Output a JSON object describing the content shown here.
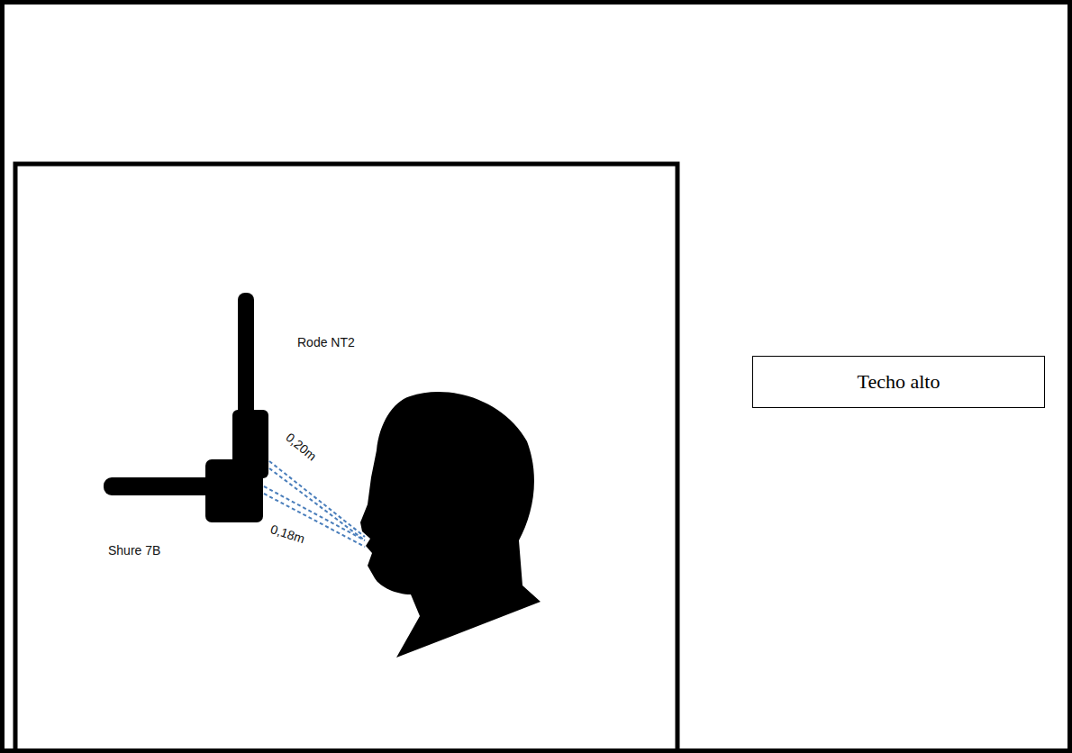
{
  "diagram": {
    "nodes": [
      {
        "text": [
          "Techo alto"
        ]
      }
    ],
    "labels": [
      "Rode NT2",
      "Shure 7B",
      "0,20m",
      "0,18m"
    ]
  }
}
